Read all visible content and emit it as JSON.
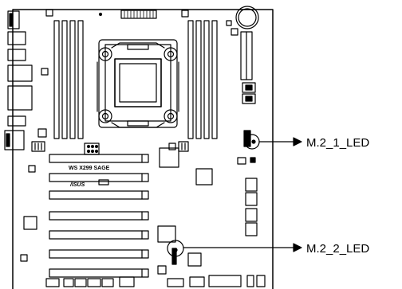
{
  "board": {
    "model_label": "WS X299 SAGE",
    "brand_label": "/ISUS"
  },
  "callouts": [
    {
      "id": "m2-1-led",
      "label": "M.2_1_LED"
    },
    {
      "id": "m2-2-led",
      "label": "M.2_2_LED"
    }
  ],
  "colors": {
    "ink": "#000000",
    "board_fill": "#ffffff"
  }
}
